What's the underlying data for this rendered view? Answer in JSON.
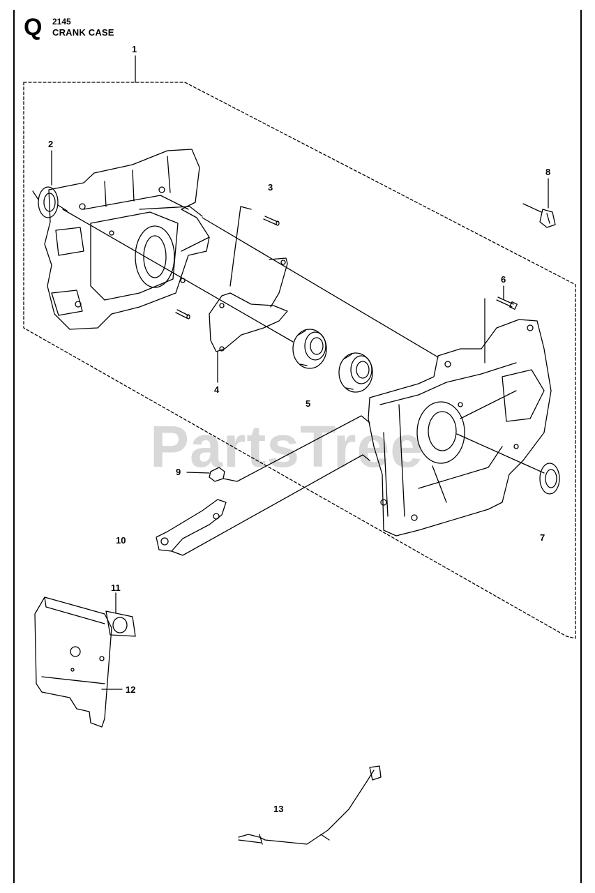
{
  "header": {
    "section_letter": "Q",
    "model": "2145",
    "title": "CRANK CASE"
  },
  "watermark": "PartsTree",
  "callouts": {
    "c1": "1",
    "c2": "2",
    "c3": "3",
    "c4": "4",
    "c5": "5",
    "c6": "6",
    "c7": "7",
    "c8": "8",
    "c9": "9",
    "c10": "10",
    "c11": "11",
    "c12": "12",
    "c13": "13"
  }
}
